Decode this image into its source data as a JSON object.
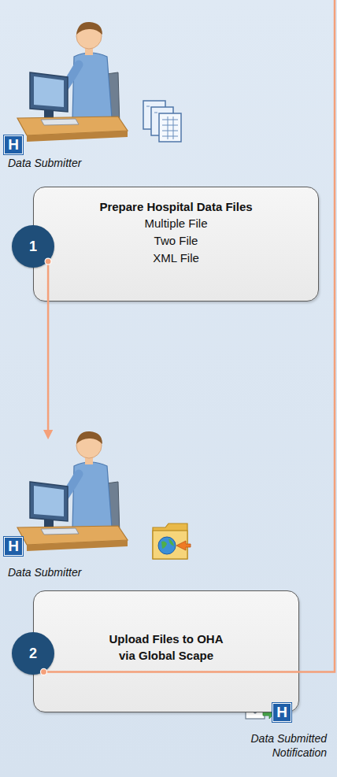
{
  "diagram": {
    "nodes": [
      {
        "text": [
          "Prepare Hospital Data Files",
          "Multiple File",
          "Two File",
          "XML File"
        ]
      },
      {
        "text": [
          "1"
        ]
      },
      {
        "text": [
          "Upload Files to OHA via Global Scape"
        ]
      },
      {
        "text": [
          "2"
        ]
      }
    ],
    "labels": [
      "H",
      "Data Submitter",
      "H",
      "Data Submitter",
      "H",
      "Data Submitted Notification"
    ]
  }
}
